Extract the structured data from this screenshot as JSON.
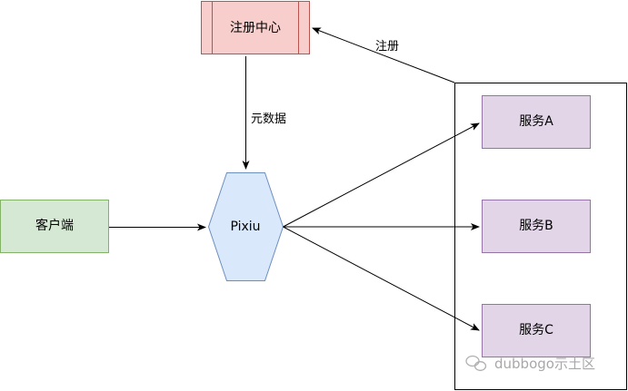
{
  "nodes": {
    "registry": {
      "label": "注册中心",
      "fill": "#f8cecc",
      "stroke": "#b85450"
    },
    "client": {
      "label": "客户端",
      "fill": "#d5e8d4",
      "stroke": "#82b366"
    },
    "pixiu": {
      "label": "Pixiu",
      "fill": "#dae8fc",
      "stroke": "#6c8ebf"
    },
    "service_a": {
      "label": "服务A",
      "fill": "#e1d5e7",
      "stroke": "#9673a6"
    },
    "service_b": {
      "label": "服务B",
      "fill": "#e1d5e7",
      "stroke": "#9673a6"
    },
    "service_c": {
      "label": "服务C",
      "fill": "#e1d5e7",
      "stroke": "#9673a6"
    }
  },
  "edges": {
    "register": "注册",
    "metadata": "元数据"
  },
  "watermark": {
    "text": "dubbogo示土区"
  }
}
